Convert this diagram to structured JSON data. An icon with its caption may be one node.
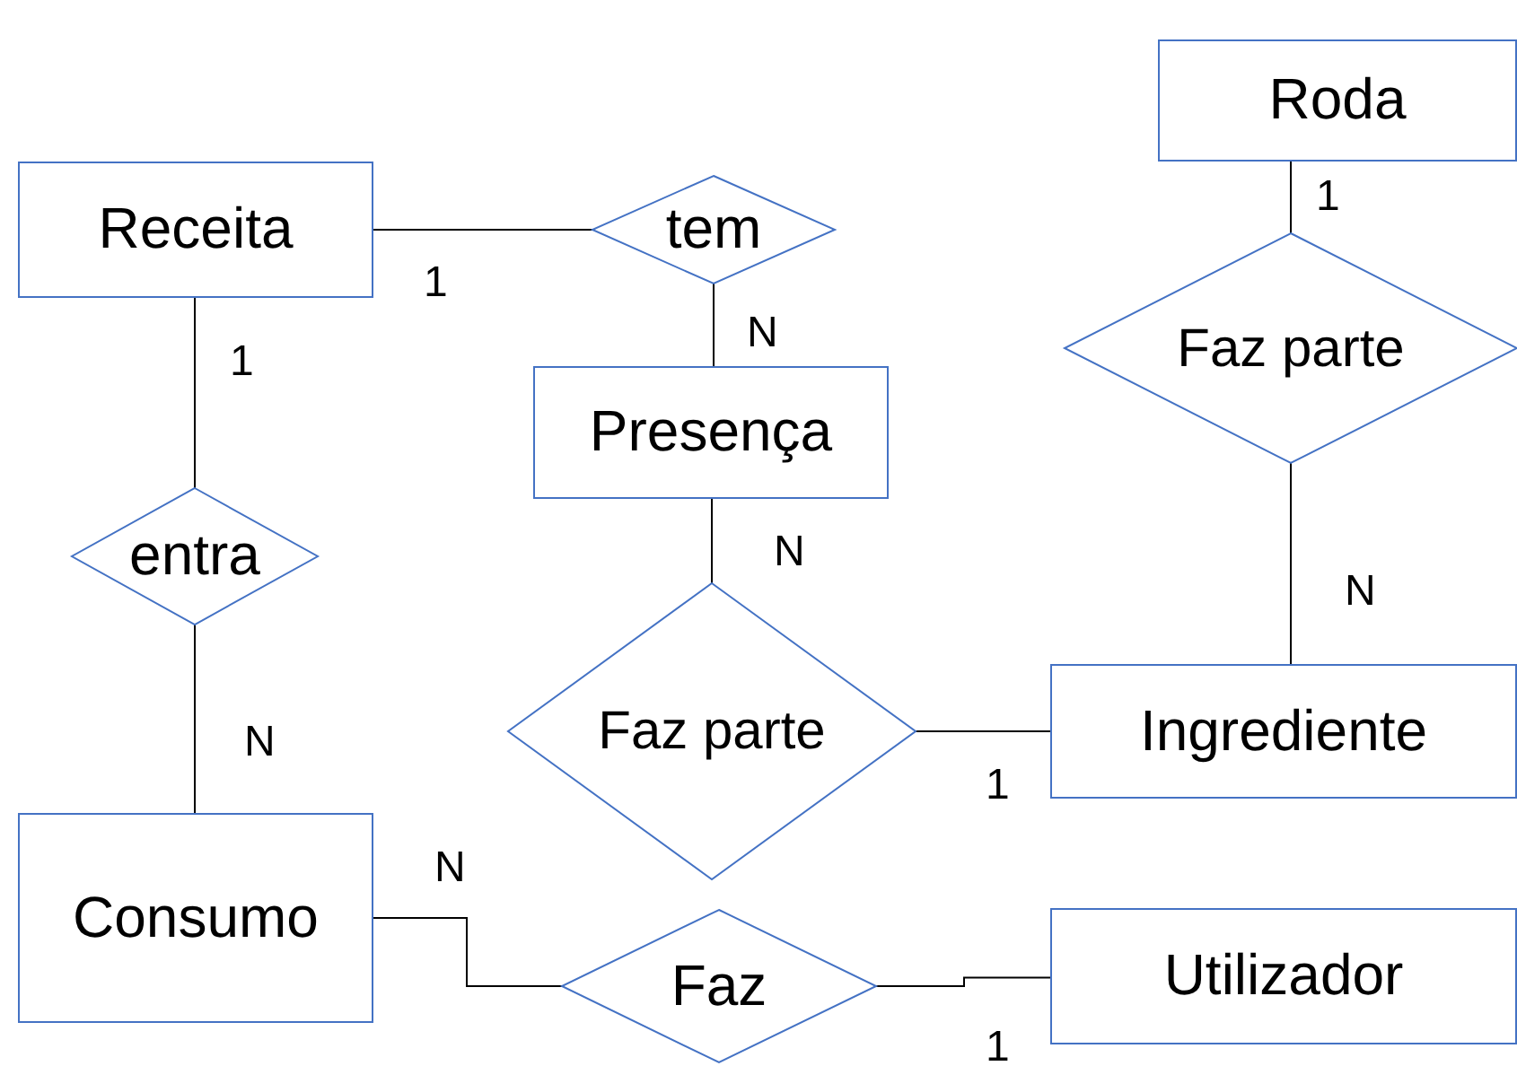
{
  "diagram": {
    "nodes": [
      {
        "text": [
          "Receita"
        ]
      },
      {
        "text": [
          "tem"
        ]
      },
      {
        "text": [
          "Roda"
        ]
      },
      {
        "text": [
          "Faz parte"
        ]
      },
      {
        "text": [
          "Presença"
        ]
      },
      {
        "text": [
          "entra"
        ]
      },
      {
        "text": [
          "Faz parte"
        ]
      },
      {
        "text": [
          "Ingrediente"
        ]
      },
      {
        "text": [
          "Consumo"
        ]
      },
      {
        "text": [
          "Faz"
        ]
      },
      {
        "text": [
          "Utilizador"
        ]
      }
    ],
    "edges": [
      {
        "from": 0,
        "to": 1,
        "arrow": "none",
        "label": "1"
      },
      {
        "from": 1,
        "to": 4,
        "arrow": "none",
        "label": "N"
      },
      {
        "from": 2,
        "to": 3,
        "arrow": "none",
        "label": "1"
      },
      {
        "from": 3,
        "to": 7,
        "arrow": "none",
        "label": "N"
      },
      {
        "from": 4,
        "to": 6,
        "arrow": "none",
        "label": "N"
      },
      {
        "from": 6,
        "to": 7,
        "arrow": "none",
        "label": "1"
      },
      {
        "from": 0,
        "to": 5,
        "arrow": "none",
        "label": "1"
      },
      {
        "from": 5,
        "to": 8,
        "arrow": "none",
        "label": "N"
      },
      {
        "from": 8,
        "to": 9,
        "arrow": "none",
        "label": "N"
      },
      {
        "from": 9,
        "to": 10,
        "arrow": "none",
        "label": "1"
      }
    ]
  }
}
